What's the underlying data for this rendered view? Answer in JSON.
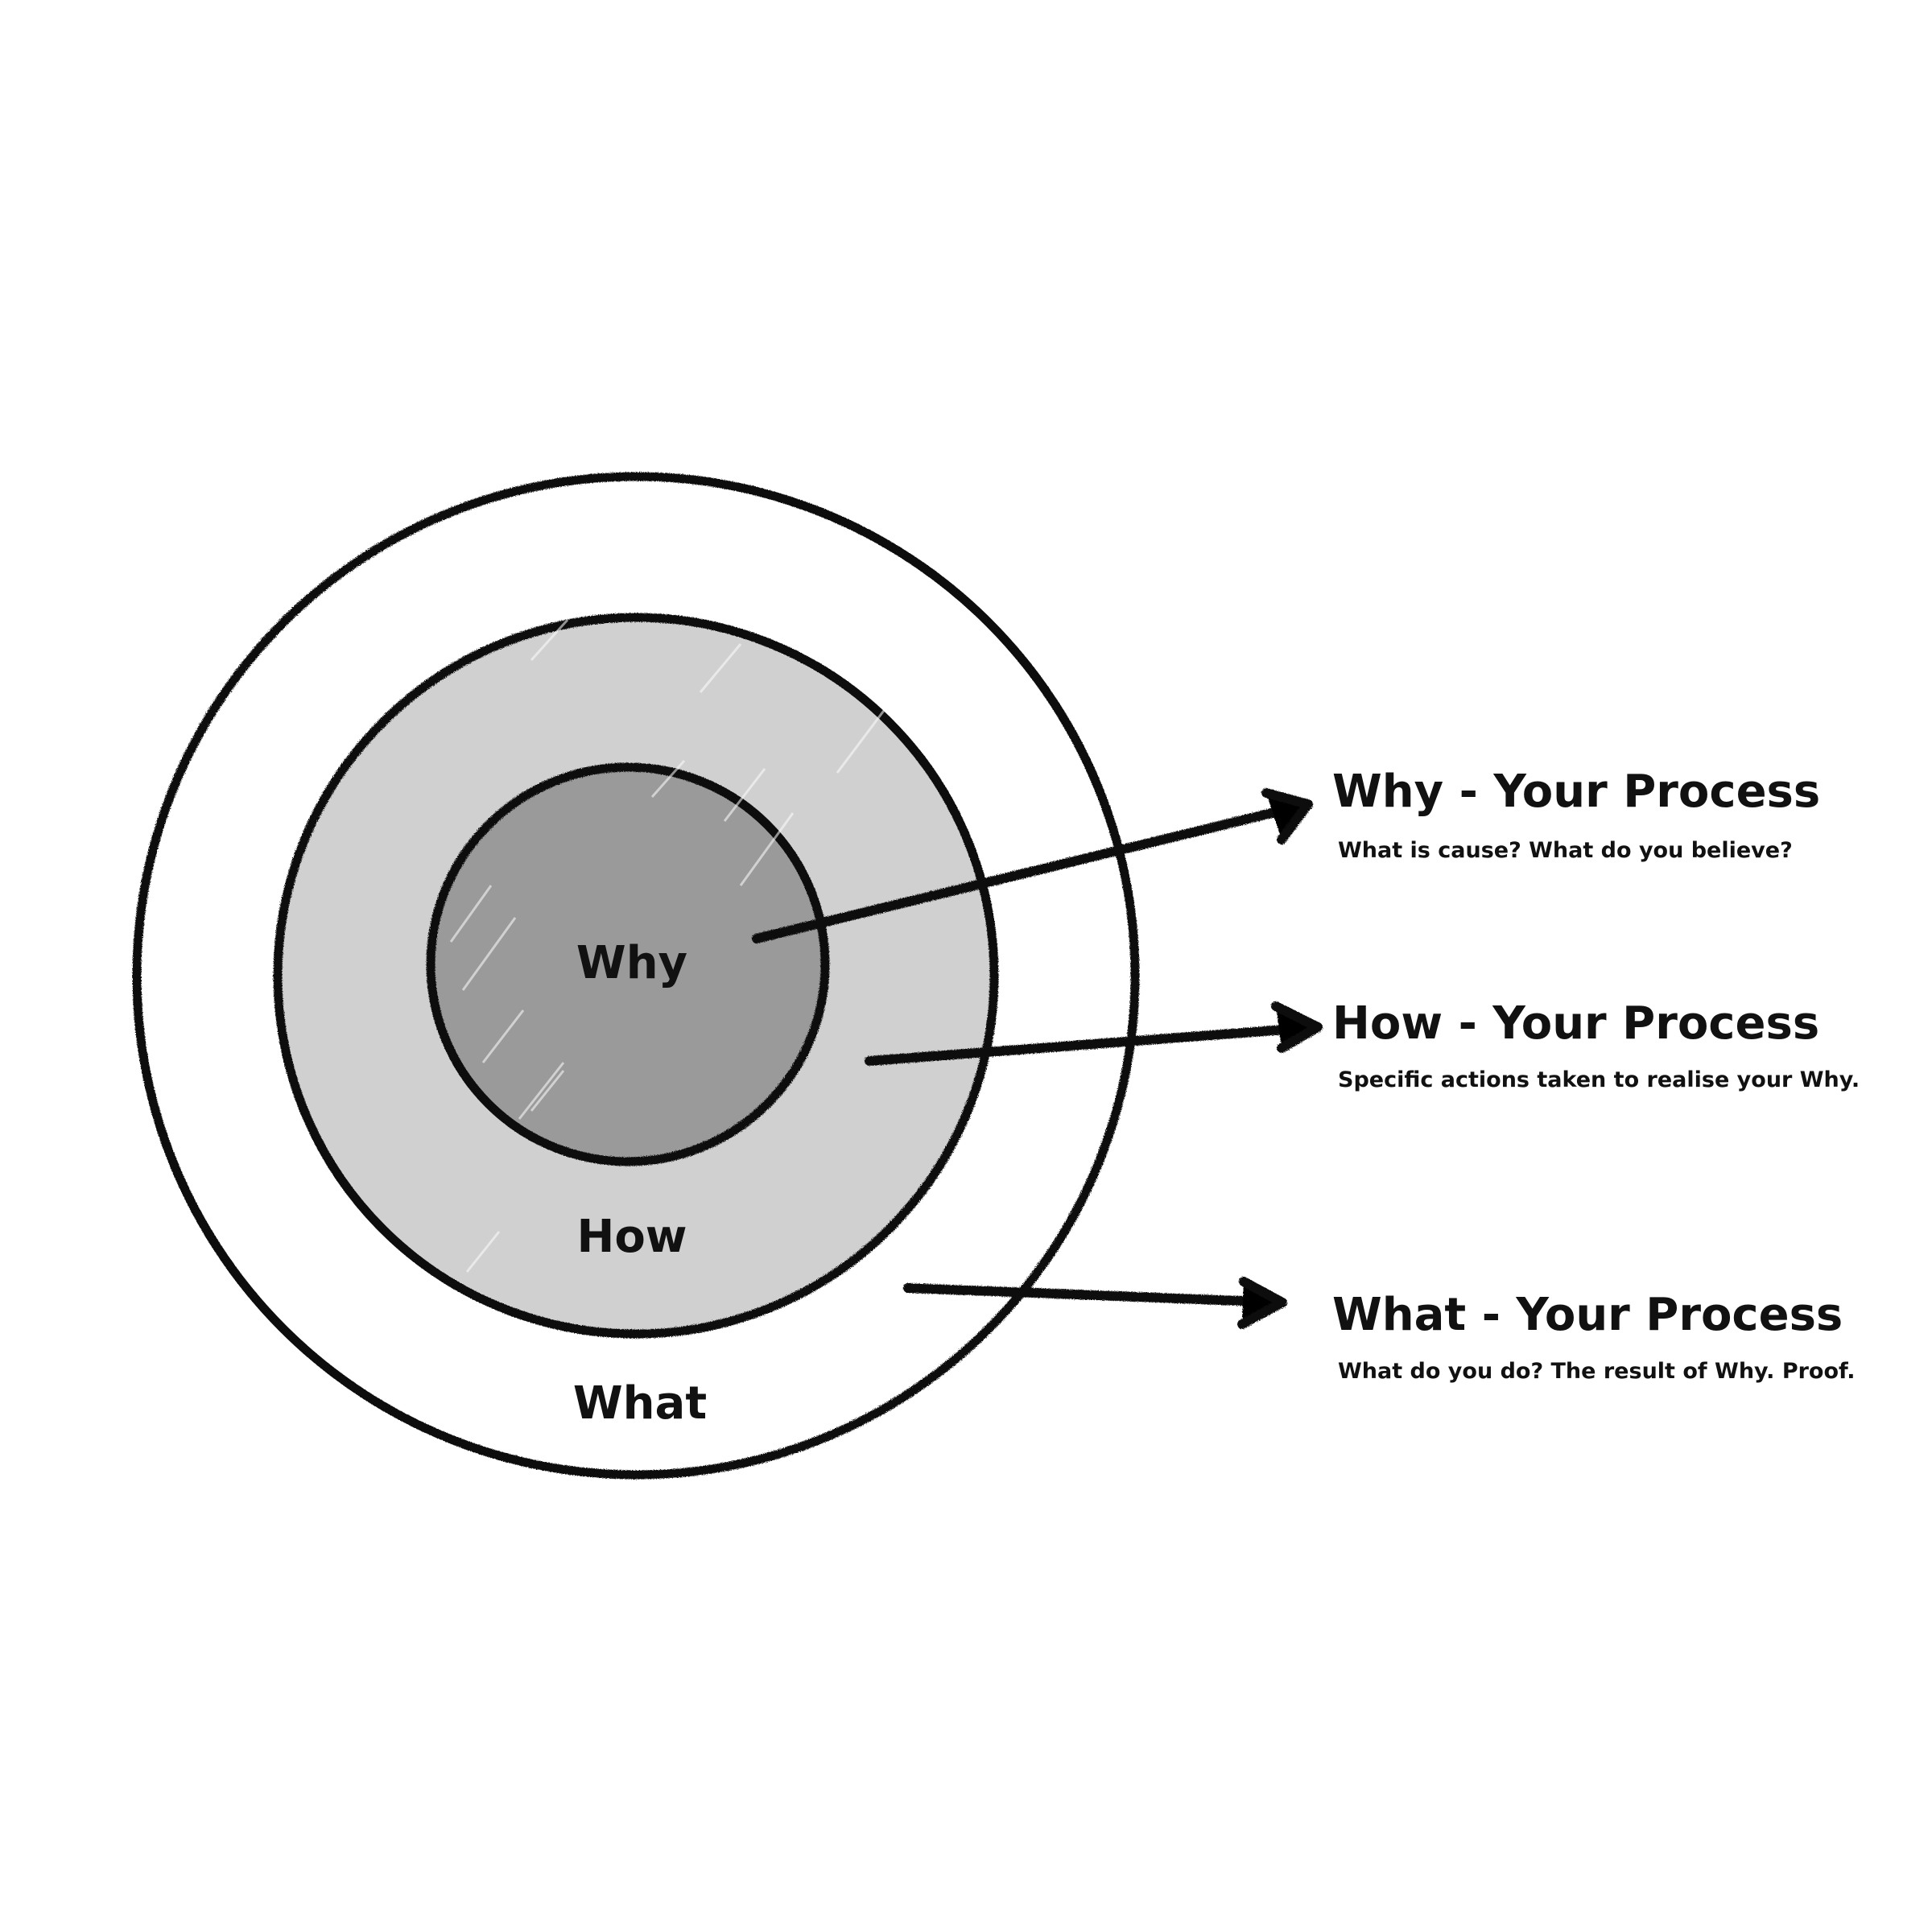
{
  "colors": {
    "background": "#ffffff",
    "outer_ring": "#ffffff",
    "middle_ring": "#d0d0d0",
    "inner_circle": "#9a9a9a",
    "stroke": "#111111"
  },
  "rings": {
    "inner_label": "Why",
    "middle_label": "How",
    "outer_label": "What"
  },
  "callouts": [
    {
      "title": "Why - Your Process",
      "description": "What is cause? What do you believe?"
    },
    {
      "title": "How - Your Process",
      "description": "Specific actions taken to realise your Why."
    },
    {
      "title": "What - Your Process",
      "description": "What do you do? The result of Why. Proof."
    }
  ]
}
